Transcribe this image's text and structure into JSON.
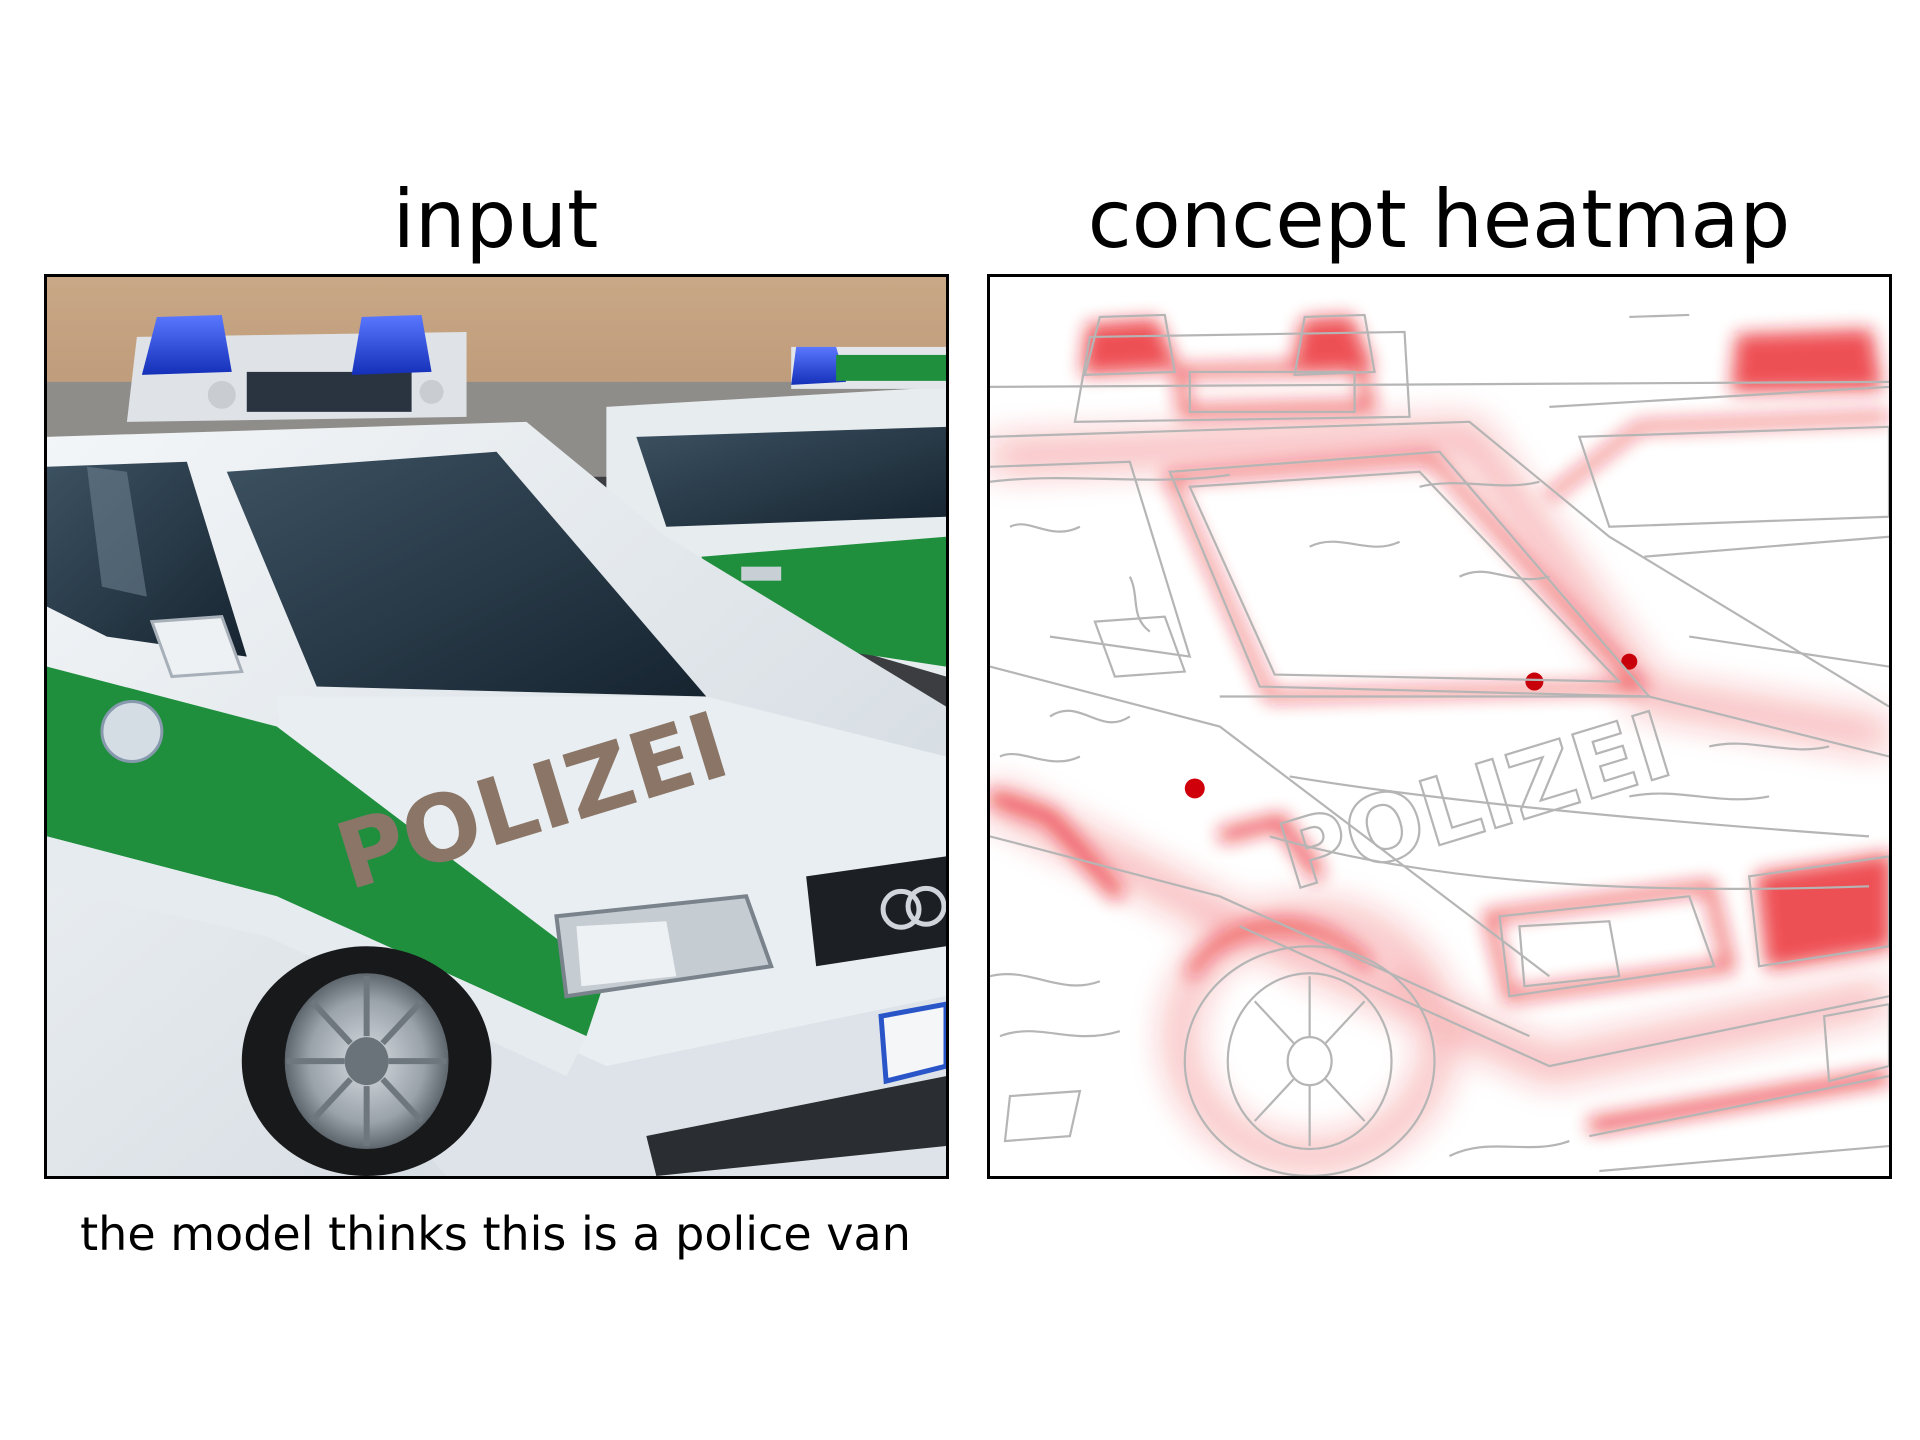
{
  "panels": {
    "input": {
      "title": "input",
      "hood_text": "POLIZEI"
    },
    "heatmap": {
      "title": "concept heatmap",
      "hood_text": "POLIZEI",
      "accent_color": "#e8141c"
    }
  },
  "caption": "the model thinks this is a police van",
  "colors": {
    "car_white": "#e8edf2",
    "car_green": "#1f8f3e",
    "beacon_blue": "#1f3fd8",
    "wall_tan": "#c9a886",
    "asphalt": "#3b3d40",
    "heat_red": "#e8141c",
    "edge_gray": "#b5b5b5"
  }
}
